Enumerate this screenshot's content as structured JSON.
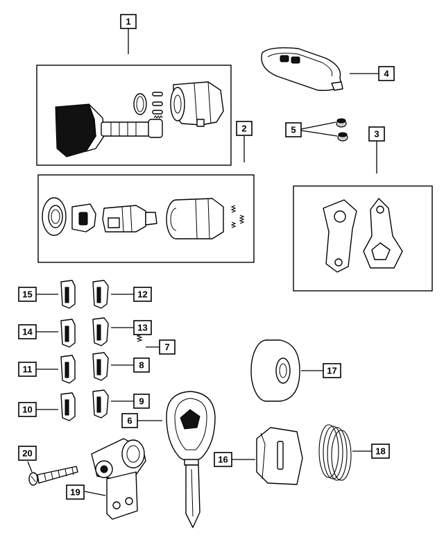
{
  "callouts": {
    "c1": "1",
    "c2": "2",
    "c3": "3",
    "c4": "4",
    "c5": "5",
    "c6": "6",
    "c7": "7",
    "c8": "8",
    "c9": "9",
    "c10": "10",
    "c11": "11",
    "c12": "12",
    "c13": "13",
    "c14": "14",
    "c15": "15",
    "c16": "16",
    "c17": "17",
    "c18": "18",
    "c19": "19",
    "c20": "20"
  },
  "colors": {
    "ink": "#000000",
    "paper": "#ffffff",
    "shade": "#cfcfcf"
  }
}
